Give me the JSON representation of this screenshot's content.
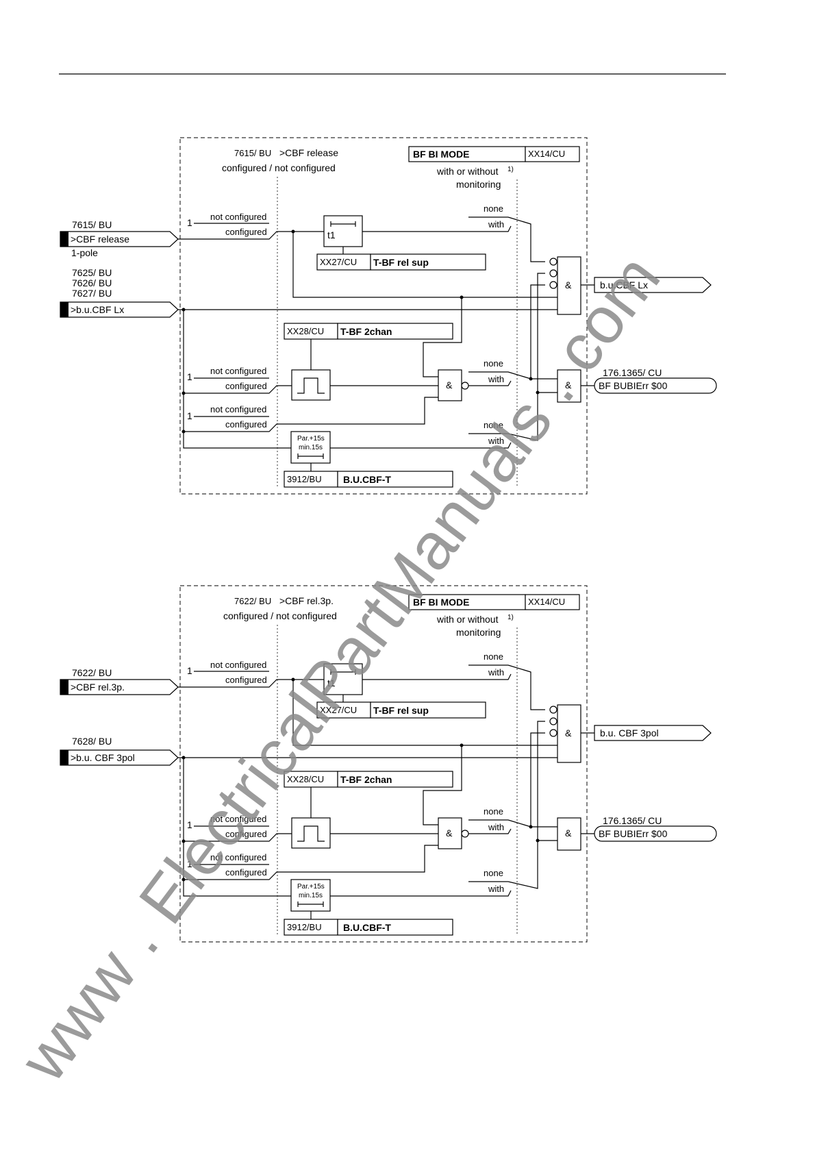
{
  "diagram1": {
    "param_addr": "7615/ BU",
    "param_name": ">CBF release",
    "param_options": "configured / not configured",
    "mode_title": "BF BI MODE",
    "mode_addr": "XX14/CU",
    "mode_desc1": "with or without",
    "mode_sup": "1)",
    "mode_desc2": "monitoring",
    "input1": {
      "addr": "7615/ BU",
      "label": ">CBF release",
      "sub": "1-pole"
    },
    "input2": {
      "addr1": "7625/ BU",
      "addr2": "7626/ BU",
      "addr3": "7627/ BU",
      "label": ">b.u.CBF Lx"
    },
    "sw1": {
      "one": "1",
      "nc": "not configured",
      "c": "configured"
    },
    "sw2": {
      "one": "1",
      "nc": "not configured",
      "c": "configured"
    },
    "sw3": {
      "one": "1",
      "nc": "not configured",
      "c": "configured"
    },
    "timer_label": "t1",
    "relsup_addr": "XX27/CU",
    "relsup_name": "T-BF rel sup",
    "twochan_addr": "XX28/CU",
    "twochan_name": "T-BF 2chan",
    "and_sym": "&",
    "sel_a": {
      "none": "none",
      "with": "with"
    },
    "sel_b": {
      "none": "none",
      "with": "with"
    },
    "sel_c": {
      "none": "none",
      "with": "with"
    },
    "par_line1": "Par.+15s",
    "par_line2": "min.15s",
    "cbft_addr": "3912/BU",
    "cbft_name": "B.U.CBF-T",
    "out1_label": "b.u.CBF Lx",
    "out2_addr": "176.1365/ CU",
    "out2_label": "BF BUBIErr $00"
  },
  "diagram2": {
    "param_addr": "7622/ BU",
    "param_name": ">CBF rel.3p.",
    "param_options": "configured / not configured",
    "mode_title": "BF BI MODE",
    "mode_addr": "XX14/CU",
    "mode_desc1": "with or without",
    "mode_sup": "1)",
    "mode_desc2": "monitoring",
    "input1": {
      "addr": "7622/ BU",
      "label": ">CBF rel.3p."
    },
    "input2": {
      "addr1": "7628/ BU",
      "label": ">b.u. CBF 3pol"
    },
    "sw1": {
      "one": "1",
      "nc": "not configured",
      "c": "configured"
    },
    "sw2": {
      "one": "1",
      "nc": "not configured",
      "c": "configured"
    },
    "sw3": {
      "one": "1",
      "nc": "not configured",
      "c": "configured"
    },
    "timer_label": "t1",
    "relsup_addr": "XX27/CU",
    "relsup_name": "T-BF rel sup",
    "twochan_addr": "XX28/CU",
    "twochan_name": "T-BF 2chan",
    "and_sym": "&",
    "sel_a": {
      "none": "none",
      "with": "with"
    },
    "sel_b": {
      "none": "none",
      "with": "with"
    },
    "sel_c": {
      "none": "none",
      "with": "with"
    },
    "par_line1": "Par.+15s",
    "par_line2": "min.15s",
    "cbft_addr": "3912/BU",
    "cbft_name": "B.U.CBF-T",
    "out1_label": "b.u. CBF 3pol",
    "out2_addr": "176.1365/ CU",
    "out2_label": "BF BUBIErr $00"
  },
  "watermark": "www . ElectricalPartManuals . com"
}
